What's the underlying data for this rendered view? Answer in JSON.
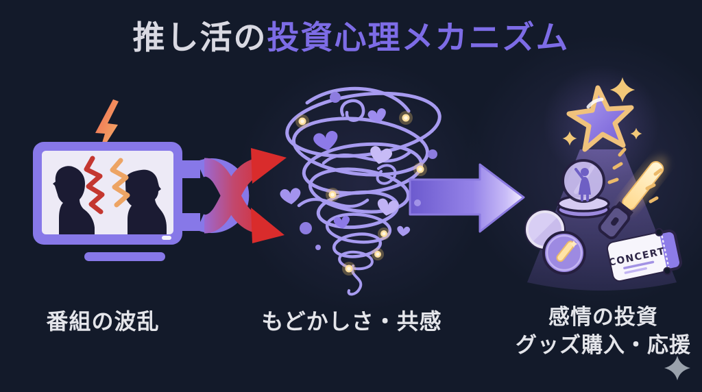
{
  "title": {
    "part1": "推し活の",
    "part2": "投資心理メカニズム"
  },
  "flow_stages": [
    {
      "label": "番組の波乱"
    },
    {
      "label": "もどかしさ・共感"
    },
    {
      "label_line1": "感情の投資",
      "label_line2": "グッズ購入・応援"
    }
  ],
  "goods": {
    "ticket_text": "CONCERT"
  },
  "icons": {
    "tv_screen": "tv-conflict-icon",
    "lightning": "lightning-bolt-icon",
    "crossing_arrows": "crossing-red-arrows-icon",
    "swirl": "emotion-tornado-icon",
    "hearts": "heart-icon",
    "main_arrow": "right-arrow-icon",
    "star": "star-icon",
    "sparkles": "sparkle-icon",
    "dome_figure": "idol-figure-dome-icon",
    "badges": "pin-badge-icon",
    "penlight": "penlight-icon",
    "ticket": "concert-ticket-icon",
    "logo": "diamond-sparkle-logo-icon"
  },
  "colors": {
    "background": "#131a2a",
    "title_base": "#d9d9e2",
    "title_accent": "#7d6ce6",
    "tv_purple": "#8778e8",
    "alert_red": "#c43730",
    "alert_orange": "#eda464",
    "arrow_red": "#d92c2c",
    "swirl_purple": "#a79bf0",
    "glow_gold": "#ffdf9e",
    "caption_text": "#e4e5ea"
  }
}
